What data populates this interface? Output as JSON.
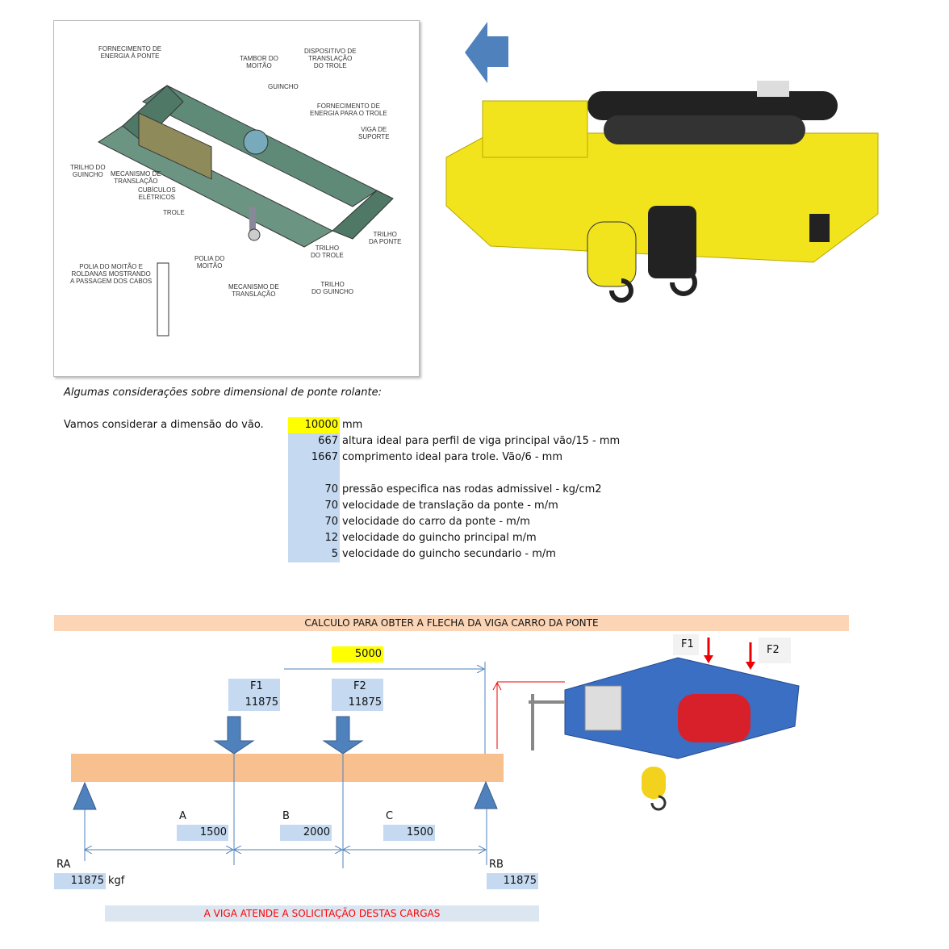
{
  "diagram": {
    "labels": [
      "FORNECIMENTO DE\nENERGIA À PONTE",
      "TAMBOR DO\nMOITÃO",
      "DISPOSITIVO DE\nTRANSLAÇÃO\nDO TROLE",
      "GUINCHO",
      "FORNECIMENTO DE\nENERGIA PARA O TROLE",
      "VIGA DE\nSUPORTE",
      "TRILHO DO\nGUINCHO",
      "MECANISMO DE\nTRANSLAÇÃO",
      "CUBÍCULOS\nELÉTRICOS",
      "TROLE",
      "TRILHO\nDA PONTE",
      "TRILHO\nDO TROLE",
      "POLIA DO\nMOITÃO",
      "POLIA DO MOITÃO E\nROLDANAS MOSTRANDO\nA PASSAGEM DOS CABOS",
      "MECANISMO DE\nTRANSLAÇÃO",
      "TRILHO\nDO GUINCHO"
    ]
  },
  "intro": "Algumas considerações sobre dimensional de ponte rolante:",
  "span_label": "Vamos considerar a dimensão do vão.",
  "params": [
    {
      "value": "10000",
      "desc": "mm"
    },
    {
      "value": "667",
      "desc": "altura ideal para perfil de viga principal  vão/15 - mm"
    },
    {
      "value": "1667",
      "desc": "comprimento ideal para trole.  Vão/6 - mm"
    },
    {
      "value": "70",
      "desc": "pressão especifica nas rodas admissivel - kg/cm2"
    },
    {
      "value": "70",
      "desc": "velocidade de translação  da ponte - m/m"
    },
    {
      "value": "70",
      "desc": "velocidade do carro da ponte - m/m"
    },
    {
      "value": "12",
      "desc": "velocidade  do guincho principal m/m"
    },
    {
      "value": "5",
      "desc": "velocidade do guincho secundario - m/m"
    }
  ],
  "calc": {
    "title": "CALCULO PARA OBTER A FLECHA  DA VIGA CARRO DA PONTE",
    "half_span": "5000",
    "f1": {
      "label": "F1",
      "value": "11875"
    },
    "f2": {
      "label": "F2",
      "value": "11875"
    },
    "a": {
      "label": "A",
      "value": "1500"
    },
    "b": {
      "label": "B",
      "value": "2000"
    },
    "c": {
      "label": "C",
      "value": "1500"
    },
    "ra": {
      "label": "RA",
      "value": "11875",
      "unit": "kgf"
    },
    "rb": {
      "label": "RB",
      "value": "11875"
    },
    "photo_f1": "F1",
    "photo_f2": "F2",
    "result": "A VIGA ATENDE A SOLICITAÇÃO DESTAS CARGAS"
  },
  "colors": {
    "beam": "#f8bf8f",
    "header": "#fbd5b5",
    "cell": "#c5d9f1",
    "highlight": "#ffff00",
    "arrow": "#4f81bd",
    "result": "#ff0000"
  }
}
